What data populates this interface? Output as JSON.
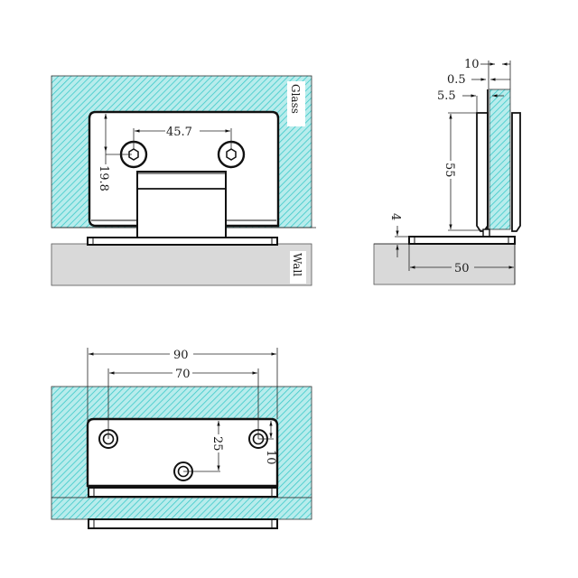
{
  "colors": {
    "glass_fill": "#b8ecec",
    "hatch": "#3cc9c9",
    "wall_fill": "#d9d9d9",
    "line": "#111111"
  },
  "front_view": {
    "glass_label": "Glass",
    "wall_label": "Wall",
    "dim_hole_spacing": "45.7",
    "dim_hole_height": "19.8"
  },
  "side_view": {
    "dim_glass_thickness": "10",
    "dim_gap": "0.5",
    "dim_clamp": "5.5",
    "dim_height": "55",
    "dim_plate": "4",
    "dim_depth": "50"
  },
  "top_view": {
    "dim_overall_width": "90",
    "dim_outer_holes": "70",
    "dim_center_hole_offset": "25",
    "dim_edge_offset": "10"
  }
}
